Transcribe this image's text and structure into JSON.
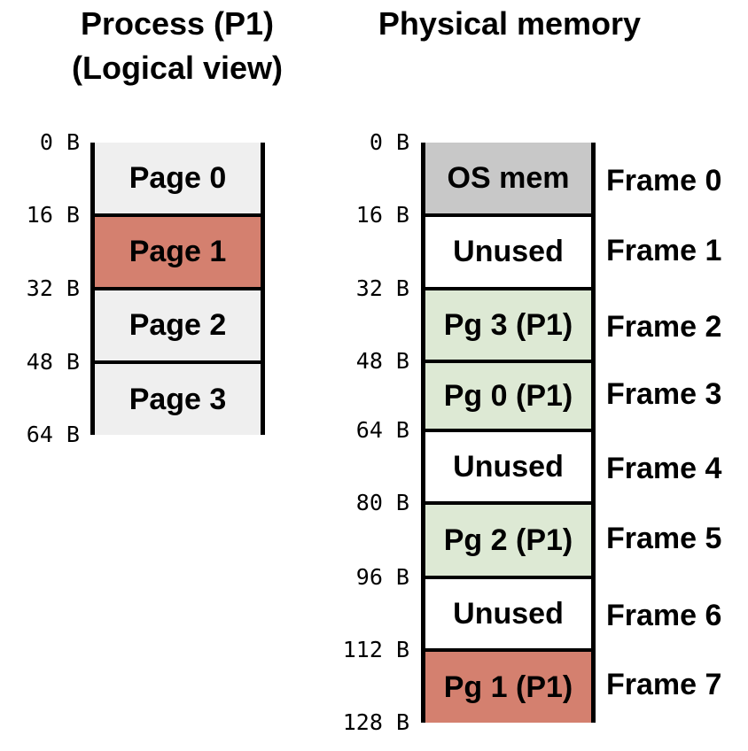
{
  "left_title": {
    "line1": "Process (P1)",
    "line2": "(Logical view)"
  },
  "right_title": "Physical memory",
  "colors": {
    "gray_light": "#efefef",
    "red": "#d4806f",
    "green": "#dde9d4",
    "gray_dark": "#c8c8c8",
    "white": "#ffffff"
  },
  "logical": {
    "addresses": [
      "0 B",
      "16 B",
      "32 B",
      "48 B",
      "64 B"
    ],
    "pages": [
      {
        "label": "Page 0",
        "color": "#efefef"
      },
      {
        "label": "Page 1",
        "color": "#d4806f"
      },
      {
        "label": "Page 2",
        "color": "#efefef"
      },
      {
        "label": "Page 3",
        "color": "#efefef"
      }
    ]
  },
  "physical": {
    "addresses": [
      "0 B",
      "16 B",
      "32 B",
      "48 B",
      "64 B",
      "80 B",
      "96 B",
      "112 B",
      "128 B"
    ],
    "frames": [
      {
        "label": "OS mem",
        "frame": "Frame 0",
        "color": "#c8c8c8"
      },
      {
        "label": "Unused",
        "frame": "Frame 1",
        "color": "#ffffff"
      },
      {
        "label": "Pg 3 (P1)",
        "frame": "Frame 2",
        "color": "#dde9d4"
      },
      {
        "label": "Pg 0 (P1)",
        "frame": "Frame 3",
        "color": "#dde9d4"
      },
      {
        "label": "Unused",
        "frame": "Frame 4",
        "color": "#ffffff"
      },
      {
        "label": "Pg 2 (P1)",
        "frame": "Frame 5",
        "color": "#dde9d4"
      },
      {
        "label": "Unused",
        "frame": "Frame 6",
        "color": "#ffffff"
      },
      {
        "label": "Pg 1 (P1)",
        "frame": "Frame 7",
        "color": "#d4806f"
      }
    ]
  }
}
